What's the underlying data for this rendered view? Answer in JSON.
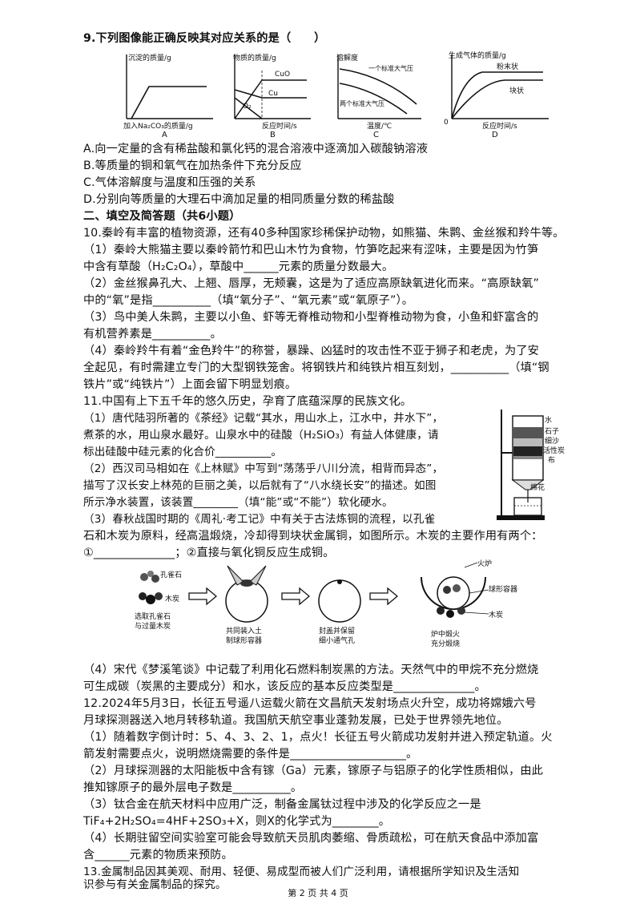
{
  "q9": {
    "stem": "9.下列图像能正确反映其对应关系的是（　　）",
    "graphs": [
      {
        "letter": "A",
        "ylabel": "沉淀的质量/g",
        "xlabel": "加入Na₂CO₃的质量/g"
      },
      {
        "letter": "B",
        "ylabel": "物质的质量/g",
        "xlabel": "反应时间/s",
        "curves": [
          "CuO",
          "Cu",
          "O₂"
        ]
      },
      {
        "letter": "C",
        "ylabel": "溶解度",
        "xlabel": "温度/℃",
        "curves": [
          "一个标准大气压",
          "两个标准大气压"
        ]
      },
      {
        "letter": "D",
        "ylabel": "生成气体的质量/g",
        "xlabel": "反应时间/s",
        "curves": [
          "粉末状",
          "块状"
        ],
        "origin": "0"
      }
    ],
    "options": [
      "A.向一定量的含有稀盐酸和氯化钙的混合溶液中逐滴加入碳酸钠溶液",
      "B.等质量的铜和氧气在加热条件下充分反应",
      "C.气体溶解度与温度和压强的关系",
      "D.分别向等质量的大理石中滴加足量的相同质量分数的稀盐酸"
    ]
  },
  "section2": "二、填空及简答题（共6小题）",
  "q10": {
    "lines": [
      "10.秦岭有丰富的植物资源，还有40多种国家珍稀保护动物，如熊猫、朱鹮、金丝猴和羚牛等。",
      "（1）秦岭大熊猫主要以秦岭箭竹和巴山木竹为食物，竹笋吃起来有涩味，主要是因为竹笋",
      "中含有草酸（H₂C₂O₄），草酸中______元素的质量分数最大。",
      "（2）金丝猴鼻孔大、上翘、唇厚，无颊囊，这是为了适应高原缺氧进化而来。“高原缺氧”",
      "中的“氧”是指__________（填“氧分子”、“氧元素”或“氧原子”）。",
      "（3）鸟中美人朱鹮，主要以小鱼、虾等无脊椎动物和小型脊椎动物为食，小鱼和虾富含的",
      "有机营养素是__________。",
      "（4）秦岭羚牛有着“金色羚牛”的称誉，暴躁、凶猛时的攻击性不亚于狮子和老虎，为了安",
      "全起见，有时需建立专门的大型钢铁笼舍。将钢铁片和纯铁片相互刻划，__________（填“钢",
      "铁片”或“纯铁片”）上面会留下明显划痕。"
    ]
  },
  "q11": {
    "lines": [
      "11.中国有上下五千年的悠久历史，孕育了底蕴深厚的民族文化。",
      "（1）唐代陆羽所著的《茶经》记载“其水，用山水上，江水中，井水下”，",
      "煮茶的水，用山泉水最好。山泉水中的硅酸（H₂SiO₃）有益人体健康，请",
      "标出硅酸中硅元素的化合价__________。",
      "（2）西汉司马相如在《上林赋》中写到“荡荡乎八川分流，相背而异态”，",
      "描写了汉长安上林苑的巨丽之美，以后就有了“八水绕长安”的描述。如图",
      "所示净水装置，该装置________（填“能”或“不能”）软化硬水。",
      "（3）春秋战国时期的《周礼·考工记》中有关于古法炼铜的流程，以孔雀",
      "石和木炭为原料，经高温煅烧，冷却得到块状金属铜，如图所示。木炭的主要作用有两个：",
      "①______________；②直接与氧化铜反应生成铜。"
    ],
    "filter_labels": [
      "水",
      "石子",
      "细沙",
      "活性炭",
      "布",
      "棉花"
    ],
    "process_labels": {
      "malachite": "孔雀石",
      "charcoal": "木炭",
      "step1": [
        "选取孔雀石",
        "与过量木炭"
      ],
      "step2": [
        "共同装入土",
        "制球形容器"
      ],
      "step3": [
        "封盖并保留",
        "细小通气孔"
      ],
      "step4": [
        "炉中煅火",
        "充分煅烧"
      ],
      "furnace": "火炉",
      "vessel": "球形容器",
      "charcoal2": "木炭"
    },
    "after": [
      "（4）宋代《梦溪笔谈》中记载了利用化石燃料制炭黑的方法。天然气中的甲烷不充分燃烧",
      "可生成碳（炭黑的主要成分）和水，该反应的基本反应类型是______________。"
    ]
  },
  "q12": {
    "lines": [
      "12.2024年5月3日，长征五号遥八运载火箭在文昌航天发射场点火升空，成功将嫦娥六号",
      "月球探测器送入地月转移轨道。我国航天航空事业蓬勃发展，已处于世界领先地位。",
      "（1）随着数字倒计时：5、4、3、2、1，点火！长征五号火箭成功发射并进入预定轨道。火",
      "箭发射需要点火，说明燃烧需要的条件是____________________。",
      "（2）月球探测器的太阳能板中含有镓（Ga）元素，镓原子与铝原子的化学性质相似，由此",
      "推知镓原子的最外层电子数是__________。",
      "（3）钛合金在航天材料中应用广泛，制备金属钛过程中涉及的化学反应之一是",
      "TiF₄+2H₂SO₄=4HF+2SO₃+X，则X的化学式为________。",
      "（4）长期驻留空间实验室可能会导致航天员肌肉萎缩、骨质疏松，可在航天食品中添加富",
      "含______元素的物质来预防。"
    ]
  },
  "q13": {
    "lines": [
      "13.金属制品因其美观、耐用、轻便、易成型而被人们广泛利用，请根据所学知识及生活知",
      "识参与有关金属制品的探究。"
    ]
  },
  "footer": "第 2 页 共 4 页"
}
